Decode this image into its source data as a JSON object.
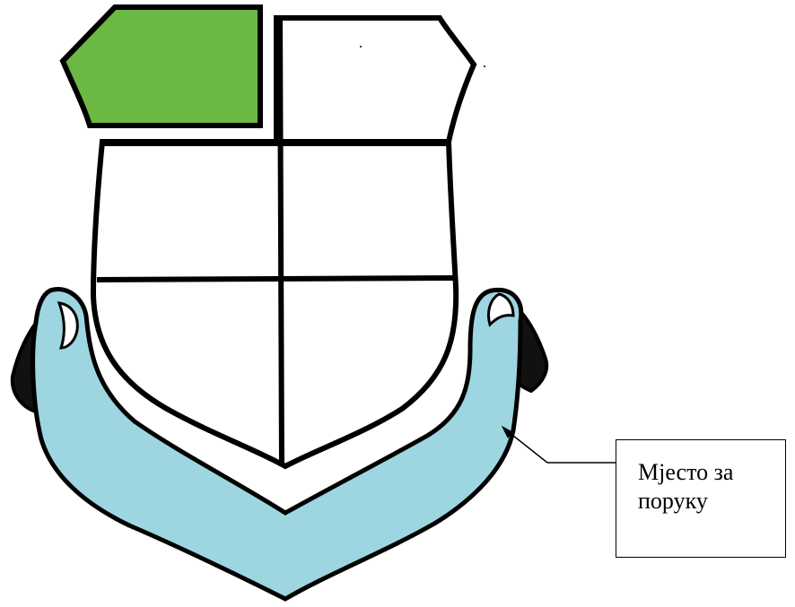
{
  "callout": {
    "lines": [
      "Мјесто за",
      "поруку"
    ]
  },
  "colors": {
    "outline": "#000000",
    "top_left_field": "#6bb844",
    "ribbon": "#9dd6e0",
    "ribbon_ends": "#111111",
    "empty_field": "#ffffff"
  },
  "icons": {
    "shield": "coat-of-arms-shield",
    "ribbon": "banner-ribbon"
  }
}
